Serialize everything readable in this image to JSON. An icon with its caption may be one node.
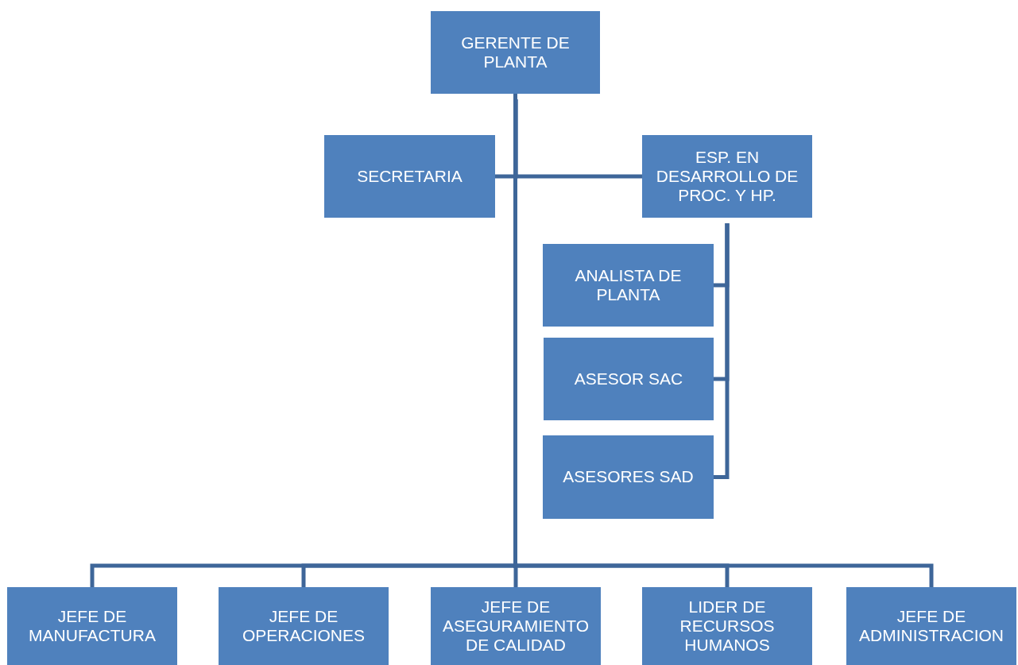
{
  "diagram": {
    "nodes": [
      {
        "text": [
          "GERENTE DE PLANTA"
        ]
      },
      {
        "text": [
          "SECRETARIA"
        ]
      },
      {
        "text": [
          "ESP. EN DESARROLLO DE PROC. Y HP."
        ]
      },
      {
        "text": [
          "ANALISTA DE PLANTA"
        ]
      },
      {
        "text": [
          "ASESOR SAC"
        ]
      },
      {
        "text": [
          "ASESORES SAD"
        ]
      },
      {
        "text": [
          "JEFE DE MANUFACTURA"
        ]
      },
      {
        "text": [
          "JEFE DE OPERACIONES"
        ]
      },
      {
        "text": [
          "JEFE DE ASEGURAMIENTO DE CALIDAD"
        ]
      },
      {
        "text": [
          "LIDER DE RECURSOS HUMANOS"
        ]
      },
      {
        "text": [
          "JEFE DE ADMINISTRACION"
        ]
      }
    ],
    "edges": [
      {
        "from": 0,
        "to": 1,
        "arrow": "none"
      },
      {
        "from": 0,
        "to": 2,
        "arrow": "none"
      },
      {
        "from": 2,
        "to": 3,
        "arrow": "none"
      },
      {
        "from": 2,
        "to": 4,
        "arrow": "none"
      },
      {
        "from": 2,
        "to": 5,
        "arrow": "none"
      },
      {
        "from": 0,
        "to": 6,
        "arrow": "none"
      },
      {
        "from": 0,
        "to": 7,
        "arrow": "none"
      },
      {
        "from": 0,
        "to": 8,
        "arrow": "none"
      },
      {
        "from": 0,
        "to": 9,
        "arrow": "none"
      },
      {
        "from": 0,
        "to": 10,
        "arrow": "none"
      }
    ]
  }
}
